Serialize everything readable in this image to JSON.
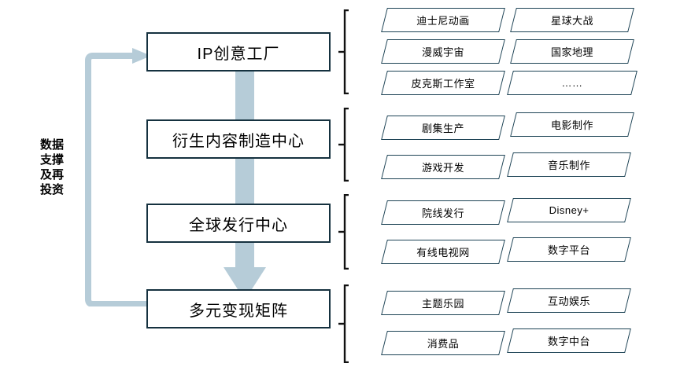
{
  "diagram": {
    "side_label": "数据\n支撑\n及再\n投资",
    "loop_arrow_color": "#b6ccd8",
    "flow_arrow_color": "#b6ccd8",
    "box_border_color": "#15313f",
    "chip_border_color": "#1d4355",
    "stages": [
      {
        "title": "IP创意工厂",
        "items": [
          "迪士尼动画",
          "星球大战",
          "漫威宇宙",
          "国家地理",
          "皮克斯工作室",
          "……"
        ]
      },
      {
        "title": "衍生内容制造中心",
        "items": [
          "剧集生产",
          "电影制作",
          "游戏开发",
          "音乐制作"
        ]
      },
      {
        "title": "全球发行中心",
        "items": [
          "院线发行",
          "Disney+",
          "有线电视网",
          "数字平台"
        ]
      },
      {
        "title": "多元变现矩阵",
        "items": [
          "主题乐园",
          "互动娱乐",
          "消费品",
          "数字中台"
        ]
      }
    ]
  }
}
